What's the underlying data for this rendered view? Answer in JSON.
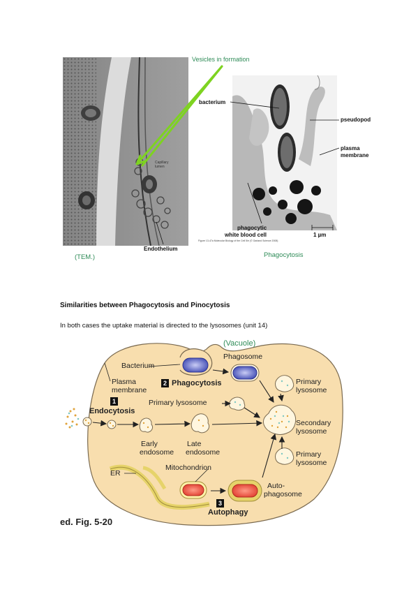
{
  "micrographs": {
    "vesicles_label": "Vesicles in formation",
    "capillary_label": "Capillary lumen",
    "endothelium_label": "Endothelium",
    "tem_label": "(TEM.)",
    "bacterium_label": "bacterium",
    "pseudopod_label": "pseudopod",
    "plasma_membrane_label": "plasma membrane",
    "phagocytic_label_line1": "phagocytic",
    "phagocytic_label_line2": "white blood cell",
    "scale_label": "1 µm",
    "figure_credit": "Figure 13-47a Molecular Biology of the Cell 5/e (© Garland Science 2008)",
    "phagocytosis_label": "Phagocytosis"
  },
  "text": {
    "heading": "Similarities between Phagocytosis and Pinocytosis",
    "body": "In both cases the uptake material is directed to the lysosomes (unit 14)"
  },
  "diagram": {
    "vacuole": "(Vacuole)",
    "bacterium": "Bacterium",
    "phagosome": "Phagosome",
    "plasma_membrane_1": "Plasma",
    "plasma_membrane_2": "membrane",
    "step2_num": "2",
    "step2": "Phagocytosis",
    "primary_lysosome_top_1": "Primary",
    "primary_lysosome_top_2": "lysosome",
    "step1_num": "1",
    "step1": "Endocytosis",
    "primary_lysosome_mid": "Primary lysosome",
    "secondary_lysosome_1": "Secondary",
    "secondary_lysosome_2": "lysosome",
    "early_endosome_1": "Early",
    "early_endosome_2": "endosome",
    "late_endosome_1": "Late",
    "late_endosome_2": "endosome",
    "primary_lysosome_bot_1": "Primary",
    "primary_lysosome_bot_2": "lysosome",
    "mitochondrion": "Mitochondrion",
    "er": "ER",
    "autophagosome_1": "Auto-",
    "autophagosome_2": "phagosome",
    "step3_num": "3",
    "step3": "Autophagy"
  },
  "footer": "ed. Fig. 5-20",
  "colors": {
    "cell_fill": "#f8deae",
    "cell_stroke": "#7a6a50",
    "accent_green": "#2e8b57",
    "arrow_green": "#7ed321"
  }
}
